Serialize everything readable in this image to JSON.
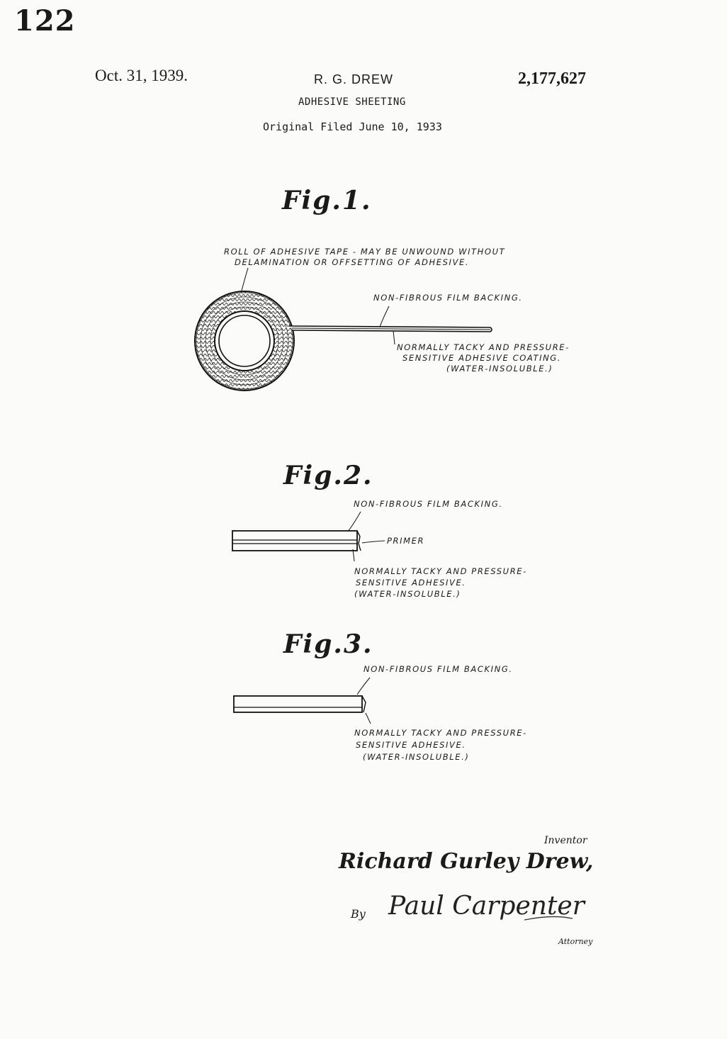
{
  "header": {
    "sheet_number": "122",
    "date": "Oct. 31, 1939.",
    "inventor": "R. G. DREW",
    "patent_number": "2,177,627",
    "title": "ADHESIVE SHEETING",
    "filed": "Original Filed June 10, 1933"
  },
  "figures": [
    {
      "label": "Fig.1.",
      "notes": {
        "roll_line1": "ROLL OF ADHESIVE TAPE - MAY BE UNWOUND WITHOUT",
        "roll_line2": "DELAMINATION OR OFFSETTING OF ADHESIVE.",
        "backing": "NON-FIBROUS FILM BACKING.",
        "coating_line1": "NORMALLY TACKY AND PRESSURE-",
        "coating_line2": "SENSITIVE ADHESIVE COATING.",
        "coating_line3": "(WATER-INSOLUBLE.)"
      }
    },
    {
      "label": "Fig.2.",
      "notes": {
        "backing": "NON-FIBROUS FILM BACKING.",
        "primer": "PRIMER",
        "adhesive_line1": "NORMALLY TACKY AND PRESSURE-",
        "adhesive_line2": "SENSITIVE ADHESIVE.",
        "adhesive_line3": "(WATER-INSOLUBLE.)"
      }
    },
    {
      "label": "Fig.3.",
      "notes": {
        "backing": "NON-FIBROUS FILM BACKING.",
        "adhesive_line1": "NORMALLY TACKY AND PRESSURE-",
        "adhesive_line2": "SENSITIVE ADHESIVE.",
        "adhesive_line3": "(WATER-INSOLUBLE.)"
      }
    }
  ],
  "signature": {
    "inventor_word": "Inventor",
    "inventor_name": "Richard Gurley Drew,",
    "by_word": "By",
    "attorney_name": "Paul Carpenter",
    "attorney_word": "Attorney"
  },
  "colors": {
    "ink": "#1a1a1a",
    "paper": "#fbfbfa"
  }
}
